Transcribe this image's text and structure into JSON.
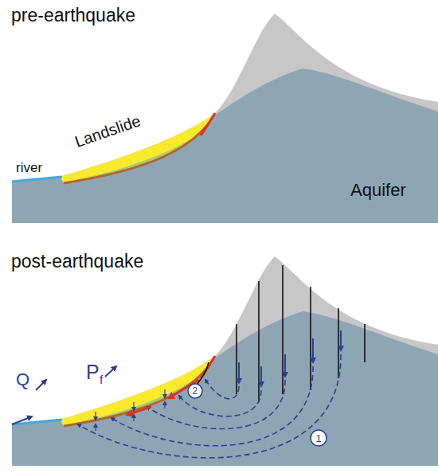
{
  "diagram": {
    "labels": [
      "pre-earthquake",
      "river",
      "Landslide",
      "Aquifer",
      "post-earthquake",
      "2",
      "Q",
      "P",
      "f",
      "1"
    ]
  }
}
